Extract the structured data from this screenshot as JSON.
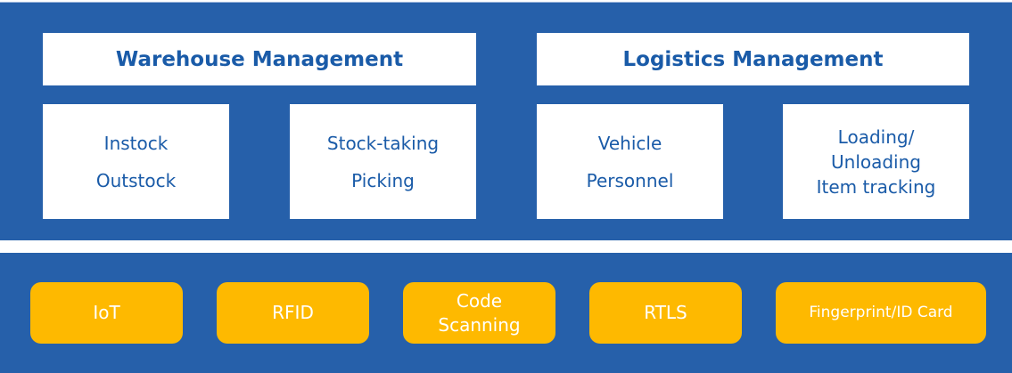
{
  "top": {
    "groups": [
      {
        "title": "Warehouse Management",
        "boxes": [
          {
            "lines": [
              "Instock",
              "Outstock"
            ]
          },
          {
            "lines": [
              "Stock-taking",
              "Picking"
            ]
          }
        ]
      },
      {
        "title": "Logistics Management",
        "boxes": [
          {
            "lines": [
              "Vehicle",
              "Personnel"
            ]
          },
          {
            "lines": [
              "Loading/",
              "Unloading",
              "Item tracking"
            ]
          }
        ]
      }
    ]
  },
  "bottom": {
    "technologies": [
      {
        "lines": [
          "IoT"
        ]
      },
      {
        "lines": [
          "RFID"
        ]
      },
      {
        "lines": [
          "Code",
          "Scanning"
        ]
      },
      {
        "lines": [
          "RTLS"
        ]
      },
      {
        "lines": [
          "Fingerprint/ID Card"
        ]
      }
    ]
  },
  "colors": {
    "panel": "#2660AA",
    "box": "#FFFFFF",
    "text_blue": "#1A5BA8",
    "chip": "#FEB900",
    "chip_text": "#FFFFFF"
  }
}
